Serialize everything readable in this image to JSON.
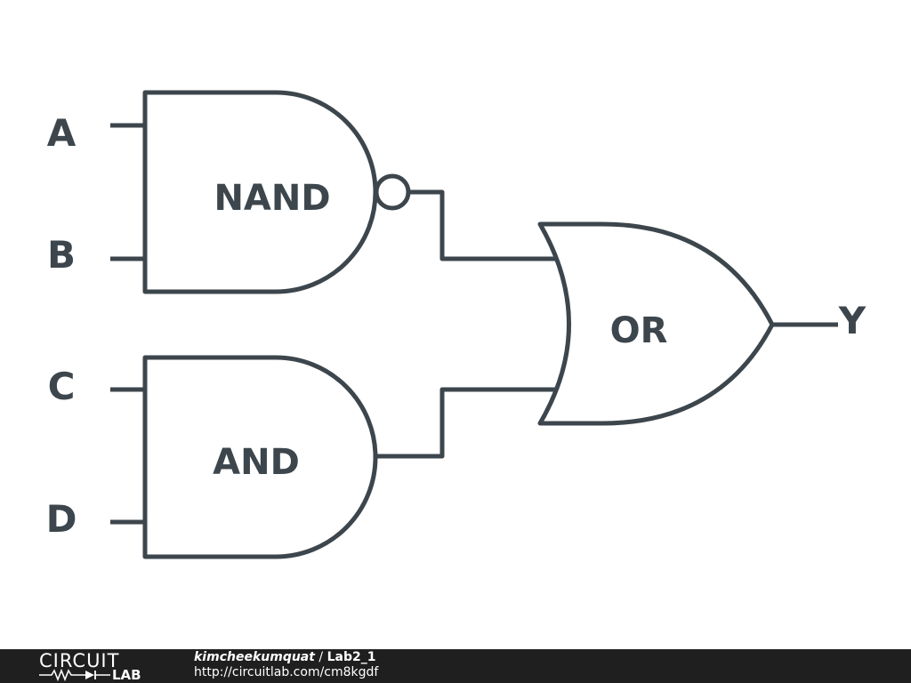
{
  "diagram": {
    "gates": {
      "nand": "NAND",
      "and": "AND",
      "or": "OR"
    },
    "inputs": [
      "A",
      "B",
      "C",
      "D"
    ],
    "output": "Y"
  },
  "footer": {
    "logo_top": "CIRCUIT",
    "logo_bottom": "LAB",
    "user": "kimcheekumquat",
    "separator": " / ",
    "project": "Lab2_1",
    "url": "http://circuitlab.com/cm8kgdf"
  },
  "colors": {
    "stroke": "#3c464c",
    "footer_bg": "#1f1f1f",
    "background": "#ffffff"
  }
}
